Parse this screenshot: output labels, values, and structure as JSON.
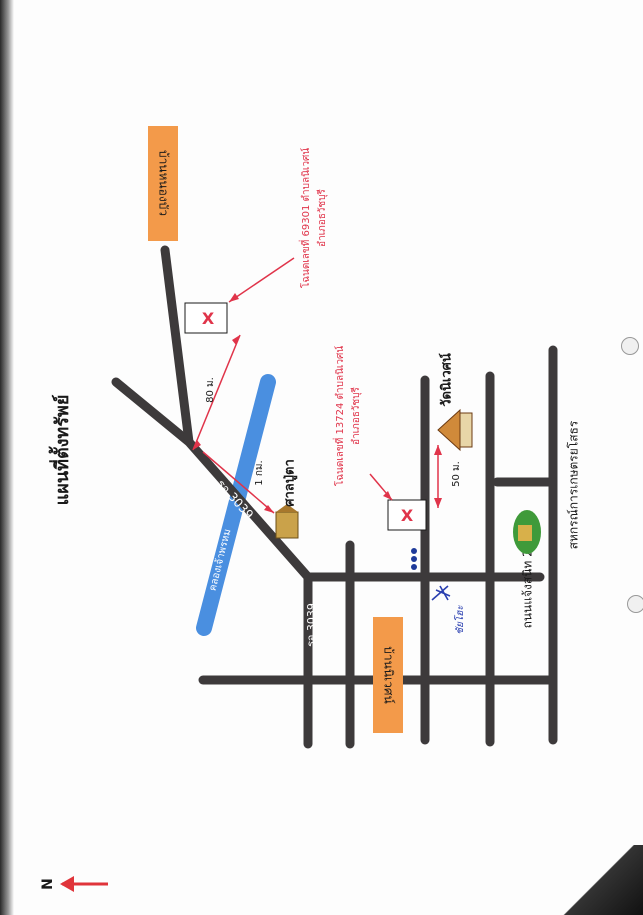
{
  "title": "แผนที่ตั้งทรัพย์",
  "north": {
    "label": "N",
    "color": "#e0343a"
  },
  "colors": {
    "road": "#3d3a3b",
    "canal": "#4a8fe0",
    "village_box": "#f39a4a",
    "property_red": "#e0344a",
    "blue_pen": "#2a3fb0"
  },
  "villages": [
    {
      "label": "บ้านหนองบัว"
    },
    {
      "label": "บ้านนิเวศน์"
    }
  ],
  "roads": {
    "road_3039_upper": "รจ 3039",
    "road_3039_lower": "รจ 3039",
    "canal": "คลองเจ้าพรหม",
    "soi": "ถนนแจ้งสนิท 23"
  },
  "landmarks": {
    "shrine": "ศาลปู่ตา",
    "temple": "วัดนิเวศน์",
    "coop": "สหกรณ์การเกษตรยโสธร"
  },
  "distances": {
    "d80": "80 ม.",
    "d1km": "1 กม.",
    "d50": "50 ม."
  },
  "properties": [
    {
      "marker": "X",
      "line1": "โฉนดเลขที่ 69301 ตำบลนิเวศน์",
      "line2": "อำเภอธวัชบุรี"
    },
    {
      "marker": "X",
      "line1": "โฉนดเลขที่ 13724 ตำบลนิเวศน์",
      "line2": "อำเภอธวัชบุรี"
    }
  ],
  "handwritten": "ชัยโฮะ"
}
